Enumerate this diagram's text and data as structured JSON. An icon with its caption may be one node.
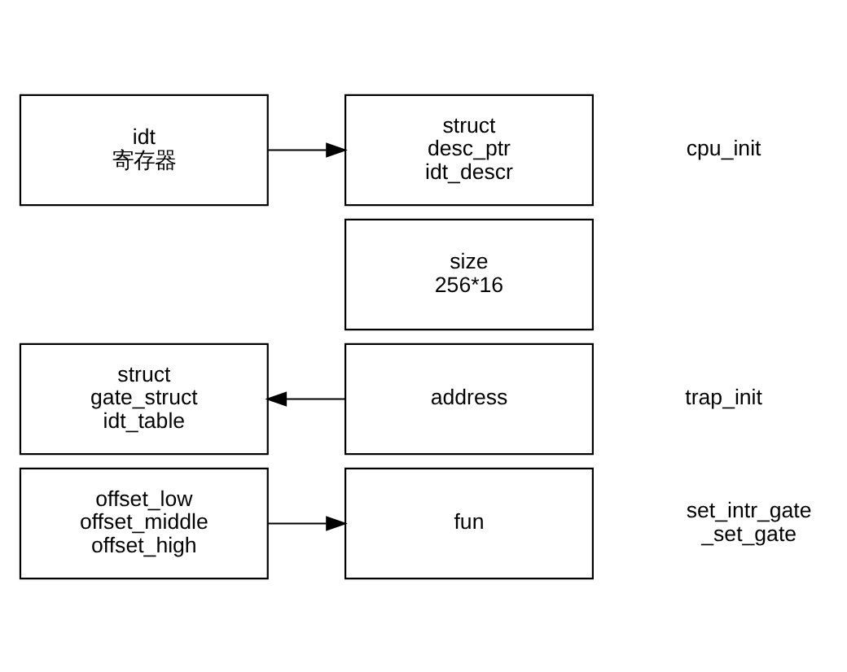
{
  "diagram": {
    "nodes": [
      {
        "text": [
          "idt 寄存器"
        ]
      },
      {
        "text": [
          "struct desc_ptr idt_descr"
        ]
      },
      {
        "text": [
          "size 256*16"
        ]
      },
      {
        "text": [
          "address"
        ]
      },
      {
        "text": [
          "struct gate_struct idt_table"
        ]
      },
      {
        "text": [
          "offset_low offset_middle offset_high"
        ]
      },
      {
        "text": [
          "fun"
        ]
      }
    ],
    "edges": [
      {
        "from": 0,
        "to": 1,
        "arrow": "to"
      },
      {
        "from": 3,
        "to": 4,
        "arrow": "to"
      },
      {
        "from": 5,
        "to": 6,
        "arrow": "to"
      }
    ],
    "labels": [
      "cpu_init",
      "trap_init",
      "set_intr_gate _set_gate"
    ]
  }
}
